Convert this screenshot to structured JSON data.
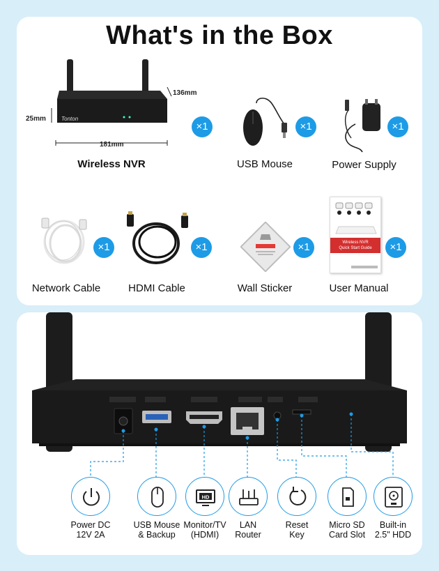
{
  "title": "What's in the Box",
  "items": {
    "nvr": {
      "label": "Wireless NVR",
      "qty": "×1",
      "width": "181mm",
      "depth": "136mm",
      "height": "25mm",
      "brand": "Tonton"
    },
    "mouse": {
      "label": "USB Mouse",
      "qty": "×1"
    },
    "power": {
      "label": "Power Supply",
      "qty": "×1"
    },
    "network": {
      "label": "Network Cable",
      "qty": "×1"
    },
    "hdmi": {
      "label": "HDMI Cable",
      "qty": "×1"
    },
    "sticker": {
      "label": "Wall Sticker",
      "qty": "×1"
    },
    "manual": {
      "label": "User Manual",
      "qty": "×1",
      "cover_title_1": "Wireless NVR",
      "cover_title_2": "Quick Start Guide"
    }
  },
  "ports": [
    {
      "line1": "Power DC",
      "line2": "12V 2A",
      "icon": "power-icon"
    },
    {
      "line1": "USB Mouse",
      "line2": "& Backup",
      "icon": "mouse-icon"
    },
    {
      "line1": "Monitor/TV",
      "line2": "(HDMI)",
      "icon": "hd-monitor-icon"
    },
    {
      "line1": "LAN",
      "line2": "Router",
      "icon": "router-icon"
    },
    {
      "line1": "Reset",
      "line2": "Key",
      "icon": "reset-icon"
    },
    {
      "line1": "Micro SD",
      "line2": "Card Slot",
      "icon": "sd-card-icon"
    },
    {
      "line1": "Built-in",
      "line2": "2.5\" HDD",
      "icon": "hdd-icon"
    }
  ],
  "colors": {
    "accent": "#1d9be6",
    "background": "#d8eef9",
    "device": "#1c1c1c"
  }
}
